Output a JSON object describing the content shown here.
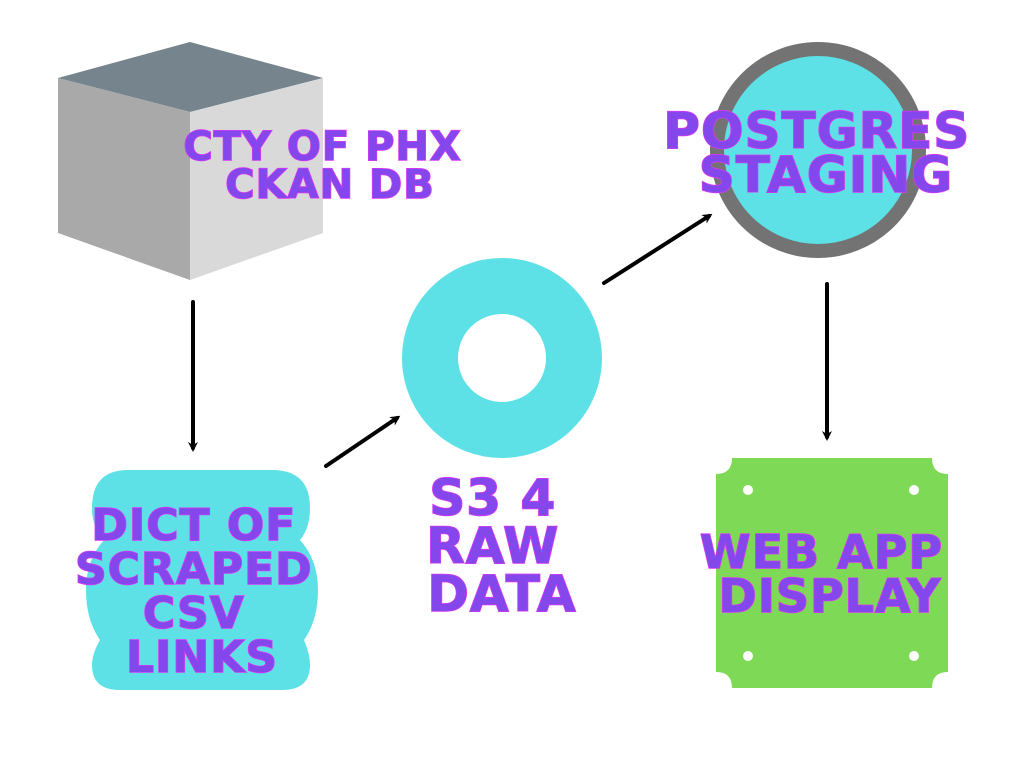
{
  "nodes": {
    "ckan": {
      "label_lines": [
        "CTY OF PHX",
        "CKAN DB"
      ]
    },
    "dict": {
      "label_lines": [
        "DICT OF",
        "SCRAPED",
        "CSV",
        "LINKS"
      ]
    },
    "s3": {
      "label_lines": [
        "S3 4",
        "RAW",
        "DATA"
      ]
    },
    "postgres": {
      "label_lines": [
        "POSTGRES",
        "STAGING"
      ]
    },
    "webapp": {
      "label_lines": [
        "WEB APP",
        "DISPLAY"
      ]
    }
  },
  "edges": [
    {
      "from": "ckan",
      "to": "dict"
    },
    {
      "from": "dict",
      "to": "s3"
    },
    {
      "from": "s3",
      "to": "postgres"
    },
    {
      "from": "postgres",
      "to": "webapp"
    }
  ],
  "colors": {
    "label_fill": "#8347ec",
    "label_outline": "#d63af4",
    "cyan": "#5de1e6",
    "cube_top": "#76848e",
    "cube_left": "#a9a9a9",
    "cube_right": "#d9d9d9",
    "ring_gray": "#737373",
    "green": "#7ed957",
    "arrow": "#000000"
  }
}
